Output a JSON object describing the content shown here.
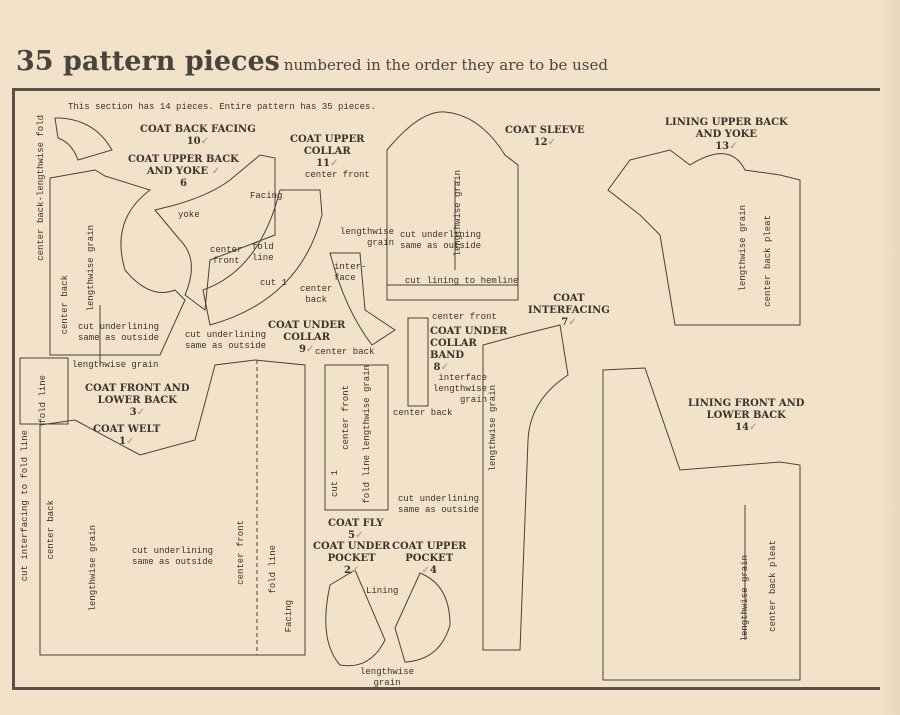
{
  "header": {
    "count_title": "35 pattern pieces",
    "subtitle": "numbered in the order they are to be used"
  },
  "section_note": "This section has 14 pieces. Entire pattern has 35 pieces.",
  "pieces": [
    {
      "name": "COAT WELT",
      "number": "1"
    },
    {
      "name": "COAT UNDER POCKET",
      "number": "2"
    },
    {
      "name": "COAT FRONT AND LOWER BACK",
      "number": "3"
    },
    {
      "name": "COAT UPPER POCKET",
      "number": "4"
    },
    {
      "name": "COAT FLY",
      "number": "5"
    },
    {
      "name": "COAT UPPER BACK AND YOKE",
      "number": "6"
    },
    {
      "name": "COAT INTERFACING",
      "number": "7"
    },
    {
      "name": "COAT UNDER COLLAR BAND",
      "number": "8"
    },
    {
      "name": "COAT UNDER COLLAR",
      "number": "9"
    },
    {
      "name": "COAT BACK FACING",
      "number": "10"
    },
    {
      "name": "COAT UPPER COLLAR",
      "number": "11"
    },
    {
      "name": "COAT SLEEVE",
      "number": "12"
    },
    {
      "name": "LINING UPPER BACK AND YOKE",
      "number": "13"
    },
    {
      "name": "LINING FRONT AND LOWER BACK",
      "number": "14"
    }
  ],
  "check_mark": "✓",
  "annotations": {
    "center_back_lengthwise_fold": "center back-lengthwise fold",
    "center_back": "center back",
    "lengthwise_grain": "lengthwise grain",
    "cut_underlining": "cut underlining",
    "same_as_outside": "same as outside",
    "yoke": "yoke",
    "facing": "Facing",
    "facing2": "Facing",
    "center": "center",
    "front": "front",
    "center_front": "center front",
    "fold": "fold",
    "line": "line",
    "fold_line": "fold line",
    "cut_1": "cut 1",
    "back": "back",
    "lengthwise": "lengthwise",
    "grain": "grain",
    "inter": "inter-",
    "face": "face",
    "interface": "interface",
    "cut_lining_to_hemline": "cut lining to hemline",
    "center_back_pleat": "center back  pleat",
    "cut_interfacing_to_fold_line": "cut interfacing to fold line",
    "lining": "Lining"
  }
}
